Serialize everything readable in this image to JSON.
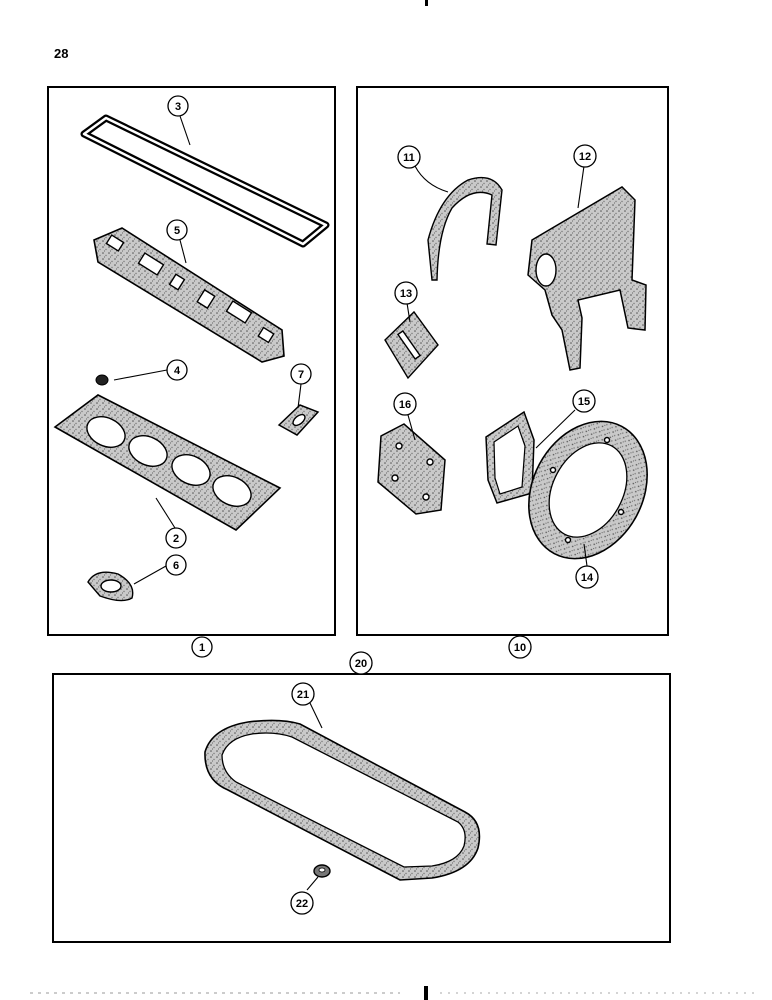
{
  "page": {
    "number": "28"
  },
  "callouts": {
    "c1": "1",
    "c2": "2",
    "c3": "3",
    "c4": "4",
    "c5": "5",
    "c6": "6",
    "c7": "7",
    "c10": "10",
    "c11": "11",
    "c12": "12",
    "c13": "13",
    "c14": "14",
    "c15": "15",
    "c16": "16",
    "c20": "20",
    "c21": "21",
    "c22": "22"
  }
}
